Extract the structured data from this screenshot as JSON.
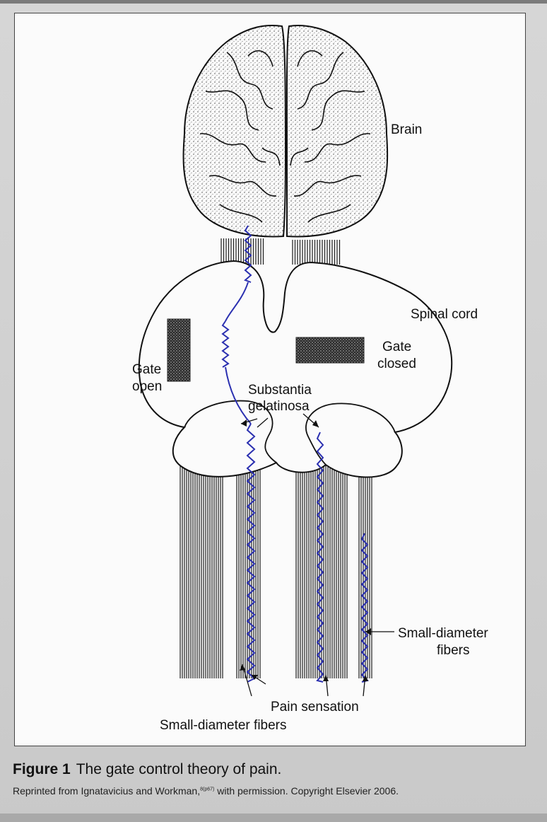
{
  "figure": {
    "labels": {
      "brain": "Brain",
      "spinal_cord": "Spinal cord",
      "gate_closed_1": "Gate",
      "gate_closed_2": "closed",
      "gate_open_1": "Gate",
      "gate_open_2": "open",
      "substantia_1": "Substantia",
      "substantia_2": "gelatinosa",
      "small_fibers_right_1": "Small-diameter",
      "small_fibers_right_2": "fibers",
      "pain_sensation": "Pain sensation",
      "small_fibers_bottom": "Small-diameter fibers"
    },
    "caption": {
      "number": "Figure 1",
      "text": "The gate control theory of pain."
    },
    "credit": {
      "text_before": "Reprinted from Ignatavicius and Workman,",
      "superscript": "8(p67)",
      "text_after": " with permission. Copyright Elsevier 2006."
    },
    "colors": {
      "pain_fiber": "#2a2fb0",
      "line_art": "#1a1a1a",
      "panel": "#fbfbfb"
    }
  }
}
